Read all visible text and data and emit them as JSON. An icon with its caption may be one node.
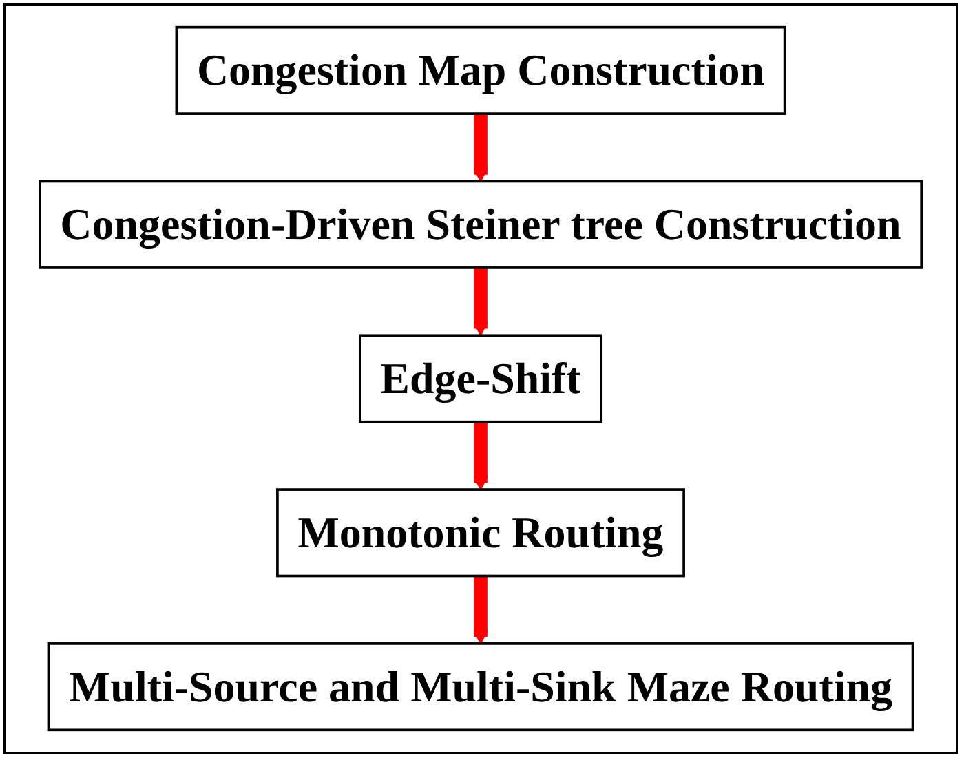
{
  "diagram": {
    "nodes": [
      {
        "text": [
          "Congestion Map Construction"
        ]
      },
      {
        "text": [
          "Congestion-Driven Steiner tree Construction"
        ]
      },
      {
        "text": [
          "Edge-Shift"
        ]
      },
      {
        "text": [
          "Monotonic Routing"
        ]
      },
      {
        "text": [
          "Multi-Source and Multi-Sink Maze Routing"
        ]
      }
    ],
    "edges": [
      {
        "from": 0,
        "to": 1,
        "arrow": "to",
        "color": "#ff0000"
      },
      {
        "from": 1,
        "to": 2,
        "arrow": "to",
        "color": "#ff0000"
      },
      {
        "from": 2,
        "to": 3,
        "arrow": "to",
        "color": "#ff0000"
      },
      {
        "from": 3,
        "to": 4,
        "arrow": "to",
        "color": "#ff0000"
      }
    ]
  }
}
